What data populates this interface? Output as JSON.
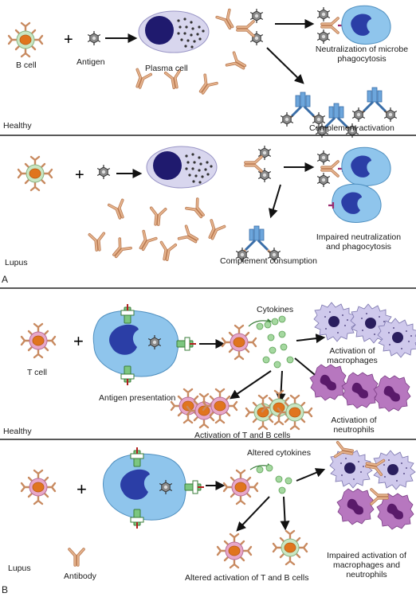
{
  "panel_a": {
    "letter": "A",
    "healthy": {
      "section_label": "Healthy",
      "b_cell": "B cell",
      "antigen": "Antigen",
      "plasma_cell": "Plasma cell",
      "neutralization_line1": "Neutralization of microbe",
      "neutralization_line2": "phagocytosis",
      "complement": "Complement activation"
    },
    "lupus": {
      "section_label": "Lupus",
      "impaired_line1": "Impaired neutralization",
      "impaired_line2": "and phagocytosis",
      "complement": "Complement consumption"
    }
  },
  "panel_b": {
    "letter": "B",
    "healthy": {
      "section_label": "Healthy",
      "t_cell": "T cell",
      "antigen_presentation": "Antigen presentation",
      "cytokines": "Cytokines",
      "macrophages_line1": "Activation of",
      "macrophages_line2": "macrophages",
      "neutrophils_line1": "Activation of",
      "neutrophils_line2": "neutrophils",
      "tb_activation": "Activation of T and B cells"
    },
    "lupus": {
      "section_label": "Lupus",
      "altered_cytokines": "Altered cytokines",
      "antibody": "Antibody",
      "altered_tb": "Altered activation of T and B cells",
      "impaired_line1": "Impaired activation of",
      "impaired_line2": "macrophages and",
      "impaired_line3": "neutrophils"
    }
  },
  "colors": {
    "antibody": "#d9a27a",
    "antibody_stroke": "#b97a52",
    "b_cell_ring": "#c9e6c3",
    "t_cell_ring": "#e7a7c8",
    "nucleus": "#e0751e",
    "plasma": "#d8d6ee",
    "plasma_nucleus": "#1f1a6e",
    "macrophage": "#8fc5ec",
    "macrophage_nucleus": "#2b3ea6",
    "neutrophil": "#b777bf",
    "activated_macrophage": "#cfc9ec",
    "mhc": "#7cc680",
    "complement": "#6da6dc",
    "divider": "#222222"
  }
}
